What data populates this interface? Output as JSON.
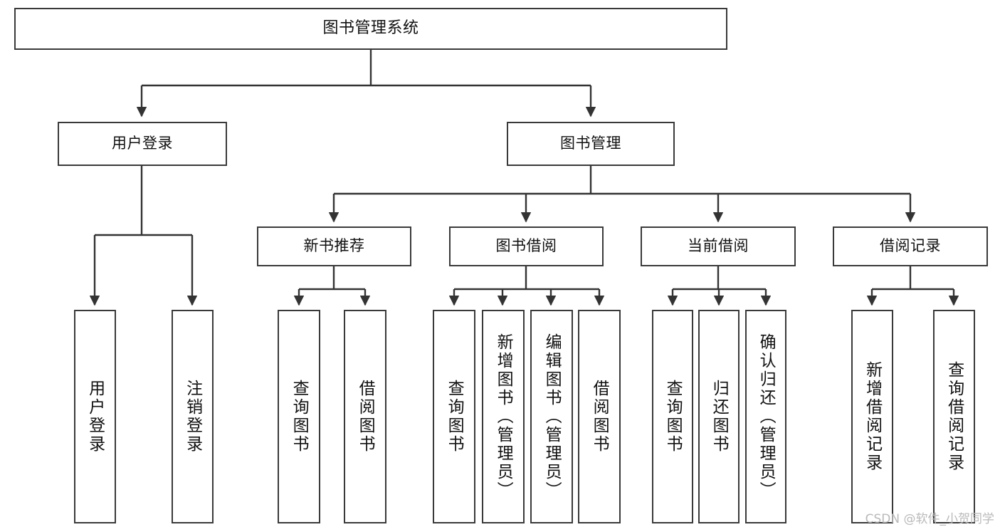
{
  "diagram": {
    "title": "图书管理系统",
    "type": "tree-hierarchy-chart",
    "orientation": "top-down",
    "colors": {
      "box_border": "#3a3a3a",
      "box_fill": "#ffffff",
      "edge": "#333333",
      "text": "#111111",
      "watermark": "#b9b9b9",
      "background": "#ffffff"
    }
  },
  "watermark": {
    "text": "CSDN @软件_小贺同学"
  },
  "nodes": {
    "root": {
      "label": "图书管理系统",
      "level": 0
    },
    "level1": [
      {
        "id": "user-login",
        "label": "用户登录"
      },
      {
        "id": "book-management",
        "label": "图书管理"
      }
    ],
    "level2": [
      {
        "id": "new-book-recommend",
        "label": "新书推荐",
        "parent": "book-management"
      },
      {
        "id": "book-borrow",
        "label": "图书借阅",
        "parent": "book-management"
      },
      {
        "id": "current-borrow",
        "label": "当前借阅",
        "parent": "book-management"
      },
      {
        "id": "borrow-record",
        "label": "借阅记录",
        "parent": "book-management"
      }
    ],
    "leaves": [
      {
        "id": "leaf-user-login",
        "label": "用户登录",
        "parent": "user-login"
      },
      {
        "id": "leaf-logout-login",
        "label": "注销登录",
        "parent": "user-login"
      },
      {
        "id": "leaf-query-book-1",
        "label": "查询图书",
        "parent": "new-book-recommend"
      },
      {
        "id": "leaf-borrow-book-1",
        "label": "借阅图书",
        "parent": "new-book-recommend"
      },
      {
        "id": "leaf-query-book-2",
        "label": "查询图书",
        "parent": "book-borrow"
      },
      {
        "id": "leaf-add-book",
        "label": "新增图书（管理员）",
        "parent": "book-borrow"
      },
      {
        "id": "leaf-edit-book",
        "label": "编辑图书（管理员）",
        "parent": "book-borrow"
      },
      {
        "id": "leaf-borrow-book-2",
        "label": "借阅图书",
        "parent": "book-borrow"
      },
      {
        "id": "leaf-query-book-3",
        "label": "查询图书",
        "parent": "current-borrow"
      },
      {
        "id": "leaf-return-book",
        "label": "归还图书",
        "parent": "current-borrow"
      },
      {
        "id": "leaf-confirm-return",
        "label": "确认归还（管理员）",
        "parent": "current-borrow"
      },
      {
        "id": "leaf-add-record",
        "label": "新增借阅记录",
        "parent": "borrow-record"
      },
      {
        "id": "leaf-query-record",
        "label": "查询借阅记录",
        "parent": "borrow-record"
      }
    ]
  }
}
